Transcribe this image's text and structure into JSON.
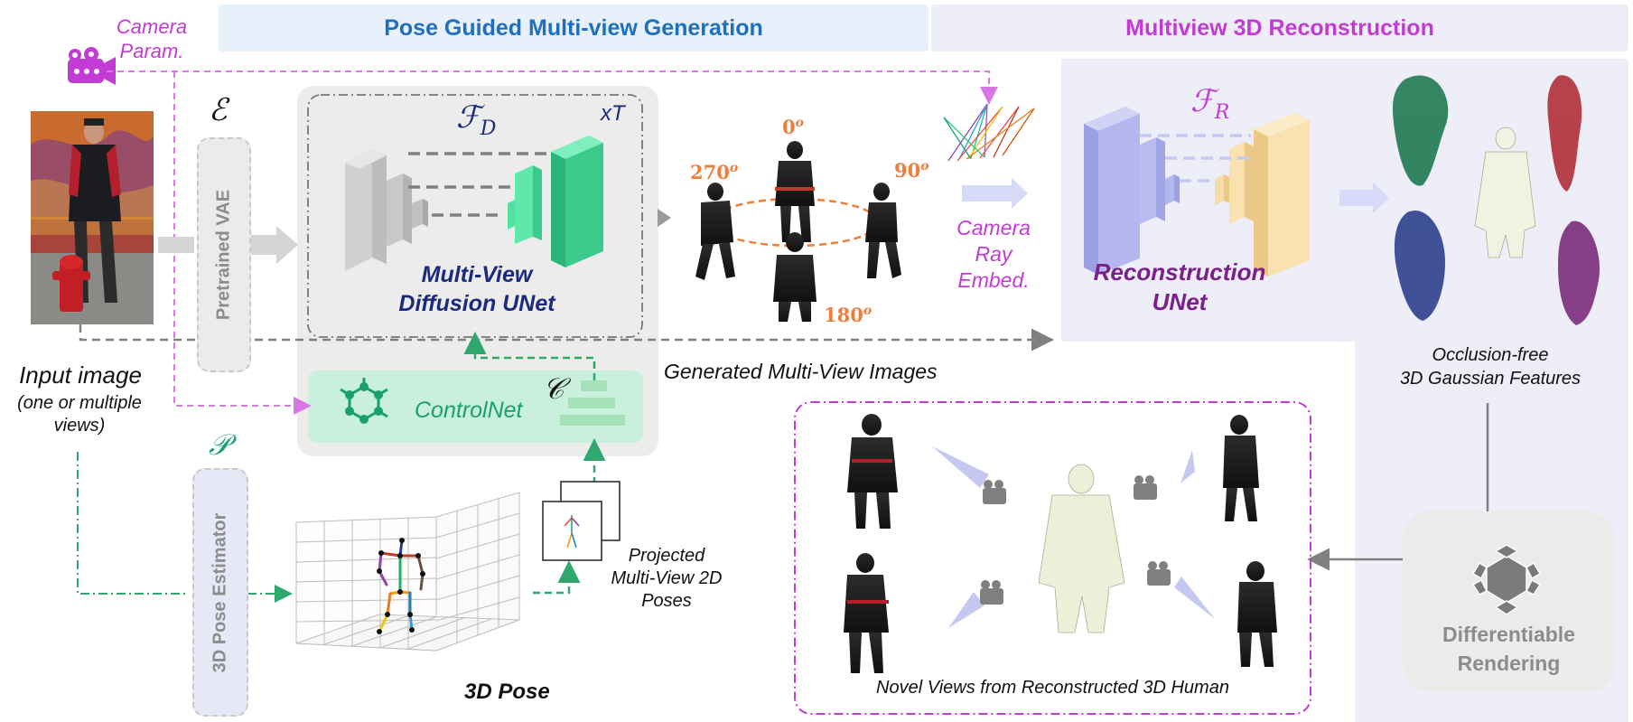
{
  "headers": {
    "left": "Pose Guided Multi-view Generation",
    "right": "Multiview 3D Reconstruction"
  },
  "camera_param": "Camera\nParam.",
  "encoder_symbol": "ℰ",
  "pretrained_vae": "Pretrained VAE",
  "input_image": {
    "title": "Input image",
    "subtitle": "(one or multiple\nviews)"
  },
  "pose_symbol": "𝒫",
  "pose_estimator": "3D Pose Estimator",
  "diffusion": {
    "symbol": "ℱ",
    "subscript": "D",
    "xT": "xT",
    "label": "Multi-View\nDiffusion UNet"
  },
  "controlnet": {
    "label": "ControlNet",
    "symbol": "𝒞"
  },
  "pose3d_label": "3D Pose",
  "projected_label": "Projected\nMulti-View 2D\nPoses",
  "angles": {
    "a0": "0",
    "a90": "90",
    "a180": "180",
    "a270": "270",
    "sup": "o"
  },
  "generated_label": "Generated Multi-View Images",
  "camera_ray": "Camera\nRay\nEmbed.",
  "reconstruction": {
    "symbol": "ℱ",
    "subscript": "R",
    "label": "Reconstruction\nUNet"
  },
  "gaussian_label": "Occlusion-free\n3D Gaussian Features",
  "novel_label": "Novel Views from Reconstructed 3D Human",
  "diff_render": "Differentiable\nRendering",
  "colors": {
    "blue_header": "#1f6fbf",
    "magenta": "#c23bd4",
    "navy": "#1b2a7a",
    "green": "#1aa06d",
    "orange": "#f07d3a",
    "purple": "#7a1f8c",
    "grey": "#8c8c8c"
  }
}
